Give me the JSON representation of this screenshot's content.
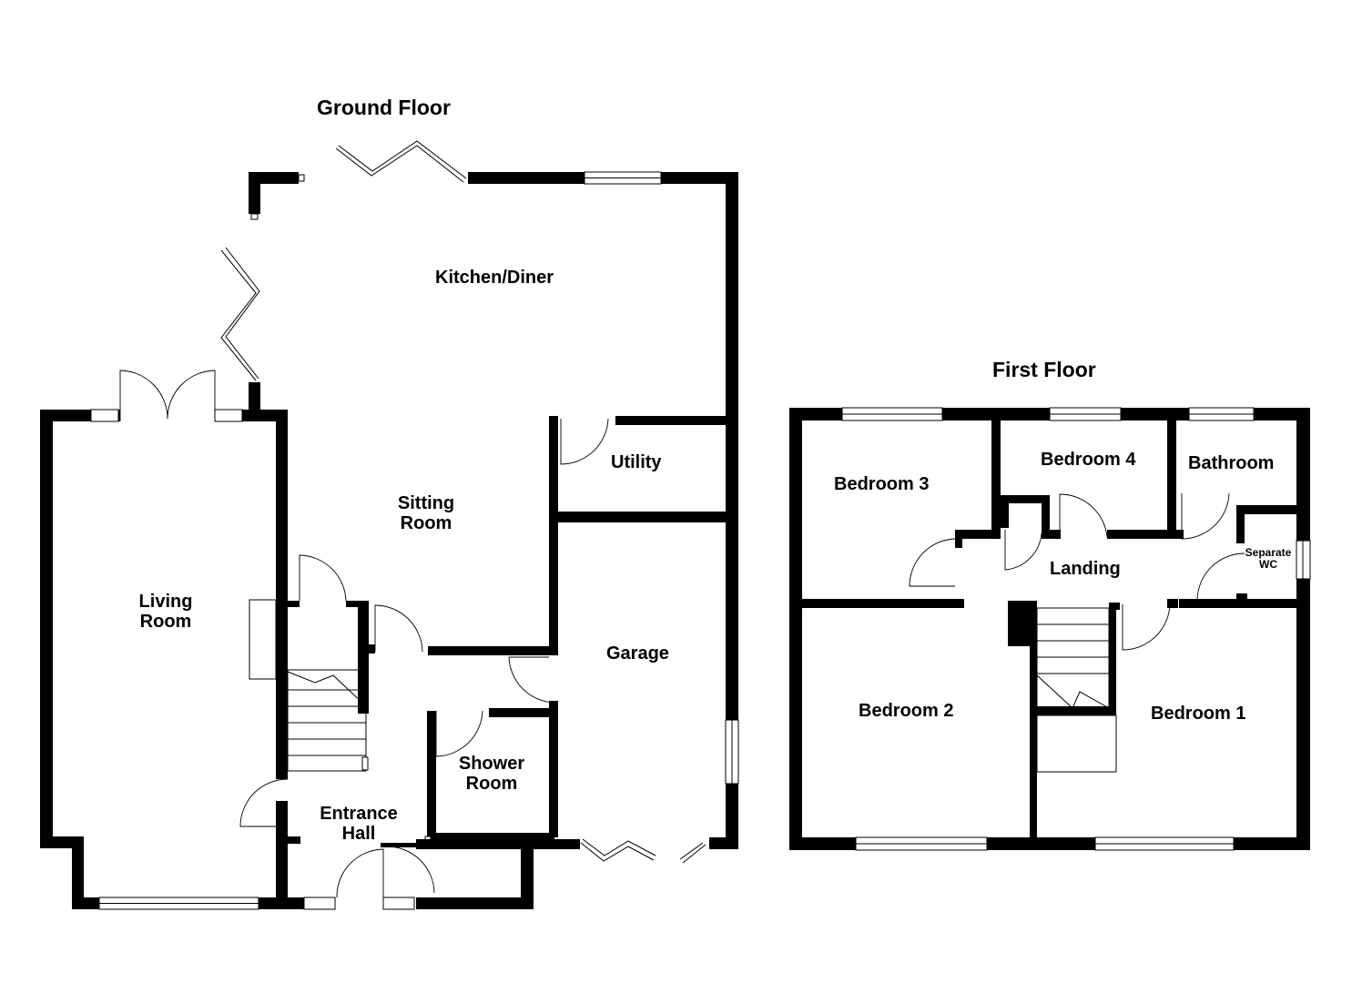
{
  "titles": {
    "ground_floor": "Ground Floor",
    "first_floor": "First Floor"
  },
  "ground_floor": {
    "kitchen_diner": "Kitchen/Diner",
    "utility": "Utility",
    "sitting_room_line1": "Sitting",
    "sitting_room_line2": "Room",
    "living_room_line1": "Living",
    "living_room_line2": "Room",
    "garage": "Garage",
    "shower_room_line1": "Shower",
    "shower_room_line2": "Room",
    "entrance_hall_line1": "Entrance",
    "entrance_hall_line2": "Hall"
  },
  "first_floor": {
    "bedroom_3": "Bedroom 3",
    "bedroom_4": "Bedroom 4",
    "bathroom": "Bathroom",
    "separate_wc_line1": "Separate",
    "separate_wc_line2": "WC",
    "landing": "Landing",
    "bedroom_2": "Bedroom 2",
    "bedroom_1": "Bedroom 1"
  },
  "colors": {
    "wall": "#000000",
    "background": "#ffffff"
  }
}
